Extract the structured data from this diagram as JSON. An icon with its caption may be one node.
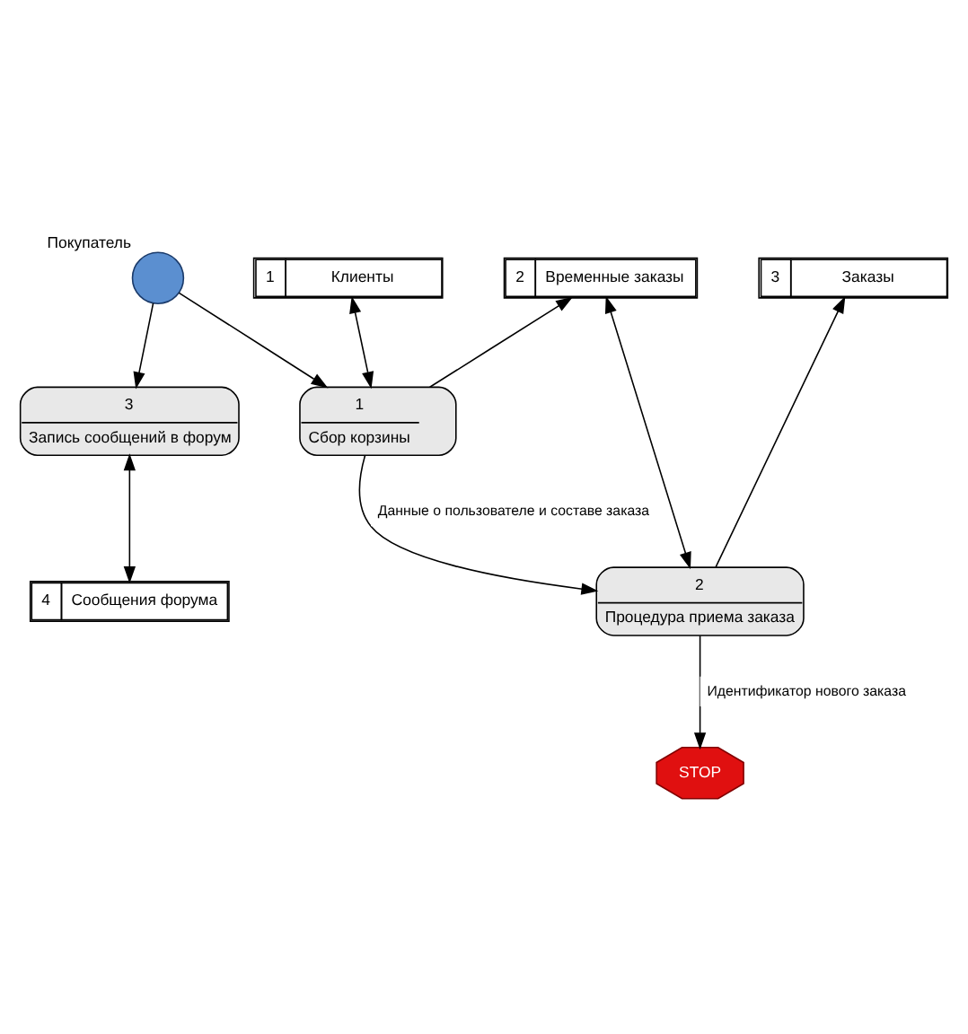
{
  "diagram": {
    "nodes": [
      {
        "text": [
          "2",
          "Временные заказы"
        ]
      },
      {
        "text": [
          "3",
          "Заказы"
        ]
      },
      {
        "text": [
          "1",
          "Клиенты"
        ]
      },
      {
        "text": [],
        "shape": "person",
        "beside": [
          "Покупатель"
        ]
      },
      {
        "text": [
          "1",
          "Сбор корзины"
        ]
      },
      {
        "text": [
          "2",
          "Процедура приема заказа"
        ]
      },
      {
        "text": [
          "3",
          "Запись сообщений в форум"
        ]
      },
      {
        "text": [
          "STOP"
        ]
      },
      {
        "text": [
          "4",
          "Сообщения форума"
        ]
      }
    ],
    "edges": [
      {
        "from": 3,
        "to": 4,
        "arrow": "to"
      },
      {
        "from": 3,
        "to": 6,
        "arrow": "to"
      },
      {
        "from": 4,
        "to": 2,
        "arrow": "both"
      },
      {
        "from": 4,
        "to": 0,
        "arrow": "to"
      },
      {
        "from": 4,
        "to": 5,
        "label": "Данные о пользователе и составе заказа",
        "arrow": "to"
      },
      {
        "from": 5,
        "to": 0,
        "arrow": "both"
      },
      {
        "from": 5,
        "to": 1,
        "arrow": "to"
      },
      {
        "from": 5,
        "to": 7,
        "label": "Идентификатор нового заказа",
        "arrow": "to"
      },
      {
        "from": 6,
        "to": 8,
        "arrow": "both"
      }
    ]
  }
}
